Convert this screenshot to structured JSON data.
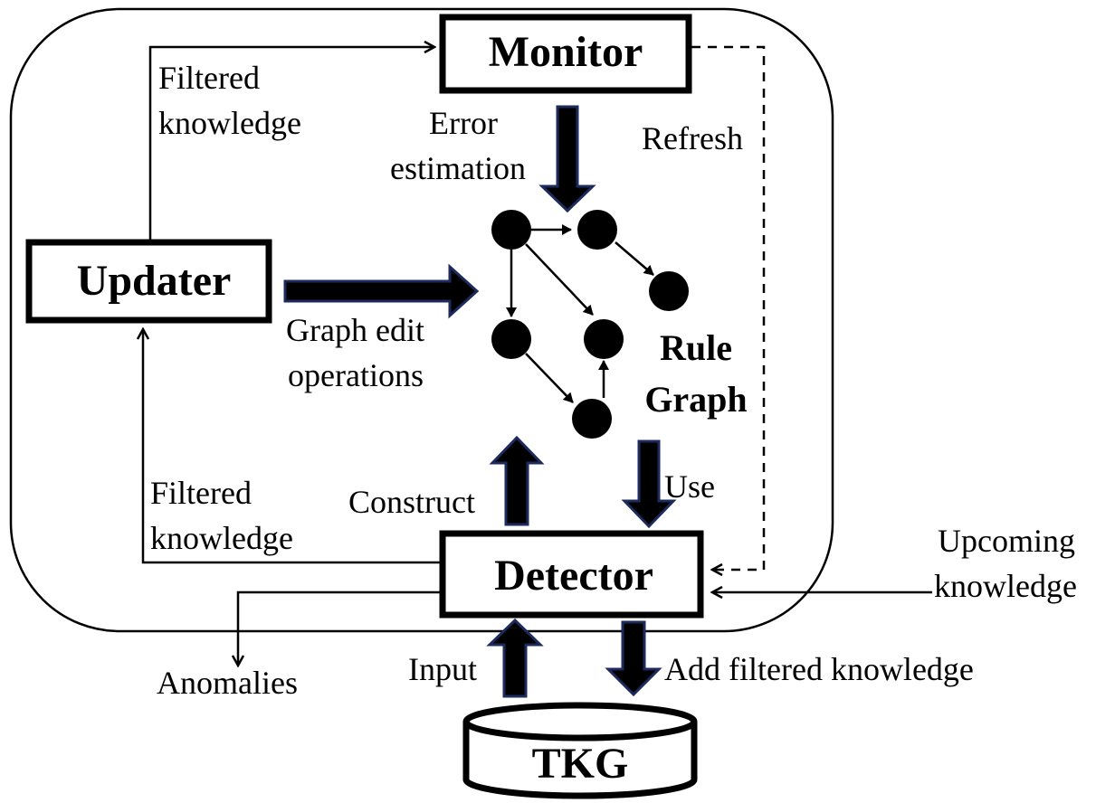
{
  "boxes": {
    "monitor": "Monitor",
    "updater": "Updater",
    "detector": "Detector",
    "tkg": "TKG"
  },
  "rule_graph": {
    "line1": "Rule",
    "line2": "Graph"
  },
  "labels": {
    "filtered_knowledge_top_1": "Filtered",
    "filtered_knowledge_top_2": "knowledge",
    "error_estimation_1": "Error",
    "error_estimation_2": "estimation",
    "refresh": "Refresh",
    "graph_edit_1": "Graph edit",
    "graph_edit_2": "operations",
    "filtered_knowledge_bottom_1": "Filtered",
    "filtered_knowledge_bottom_2": "knowledge",
    "construct": "Construct",
    "use": "Use",
    "upcoming_1": "Upcoming",
    "upcoming_2": "knowledge",
    "anomalies": "Anomalies",
    "input": "Input",
    "add_filtered": "Add filtered knowledge"
  }
}
